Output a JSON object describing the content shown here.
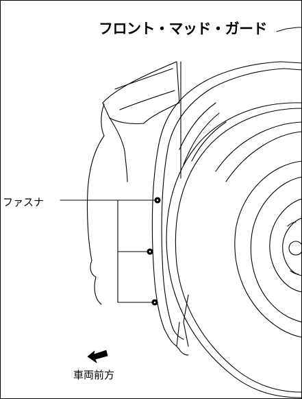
{
  "diagram": {
    "title": "フロント・マッド・ガード",
    "fastener_label": "ファスナ",
    "direction_label": "車両前方",
    "line_color": "#000000",
    "background_color": "#ffffff"
  }
}
